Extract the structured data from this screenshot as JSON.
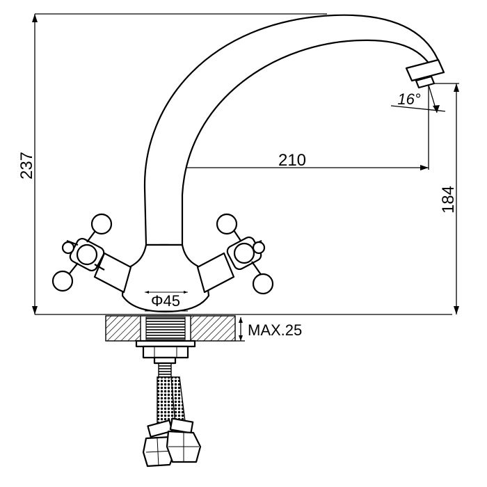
{
  "dimensions": {
    "height_total": "237",
    "height_spout": "184",
    "reach": "210",
    "spout_angle": "16°",
    "base_diameter": "Φ45",
    "mount_thickness": "MAX.25"
  },
  "colors": {
    "line": "#000000",
    "background": "#ffffff",
    "hatch": "#000000"
  }
}
